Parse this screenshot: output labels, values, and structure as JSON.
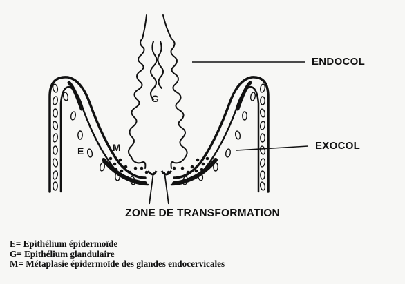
{
  "labels": {
    "endocol": "ENDOCOL",
    "exocol": "EXOCOL",
    "region_E": "E",
    "region_M": "M",
    "region_G": "G"
  },
  "caption": "ZONE DE TRANSFORMATION",
  "legend": [
    "E= Epithélium épidermoïde",
    "G= Epithélium glandulaire",
    "M= Métaplasie épidermoïde des glandes endocervicales"
  ],
  "colors": {
    "ink": "#111111",
    "paper": "#f7f7f5"
  }
}
